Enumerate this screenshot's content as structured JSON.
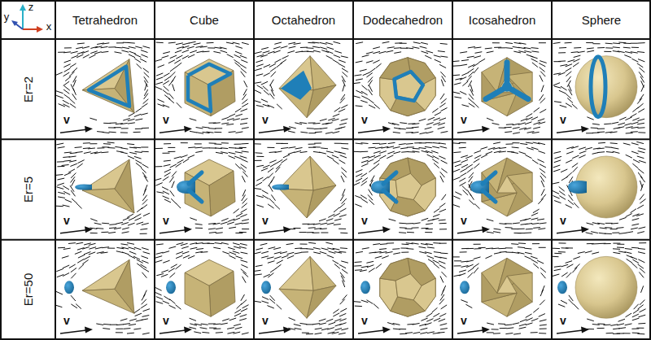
{
  "diagram": {
    "labels": [
      "z",
      "y",
      "x",
      "Tetrahedron",
      "Cube",
      "Octahedron",
      "Dodecahedron",
      "Icosahedron",
      "Sphere",
      "Er=2",
      "v",
      "v",
      "v",
      "v",
      "v",
      "v",
      "Er=5",
      "v",
      "v",
      "v",
      "v",
      "v",
      "v",
      "Er=50",
      "v",
      "v",
      "v",
      "v",
      "v",
      "v"
    ]
  }
}
